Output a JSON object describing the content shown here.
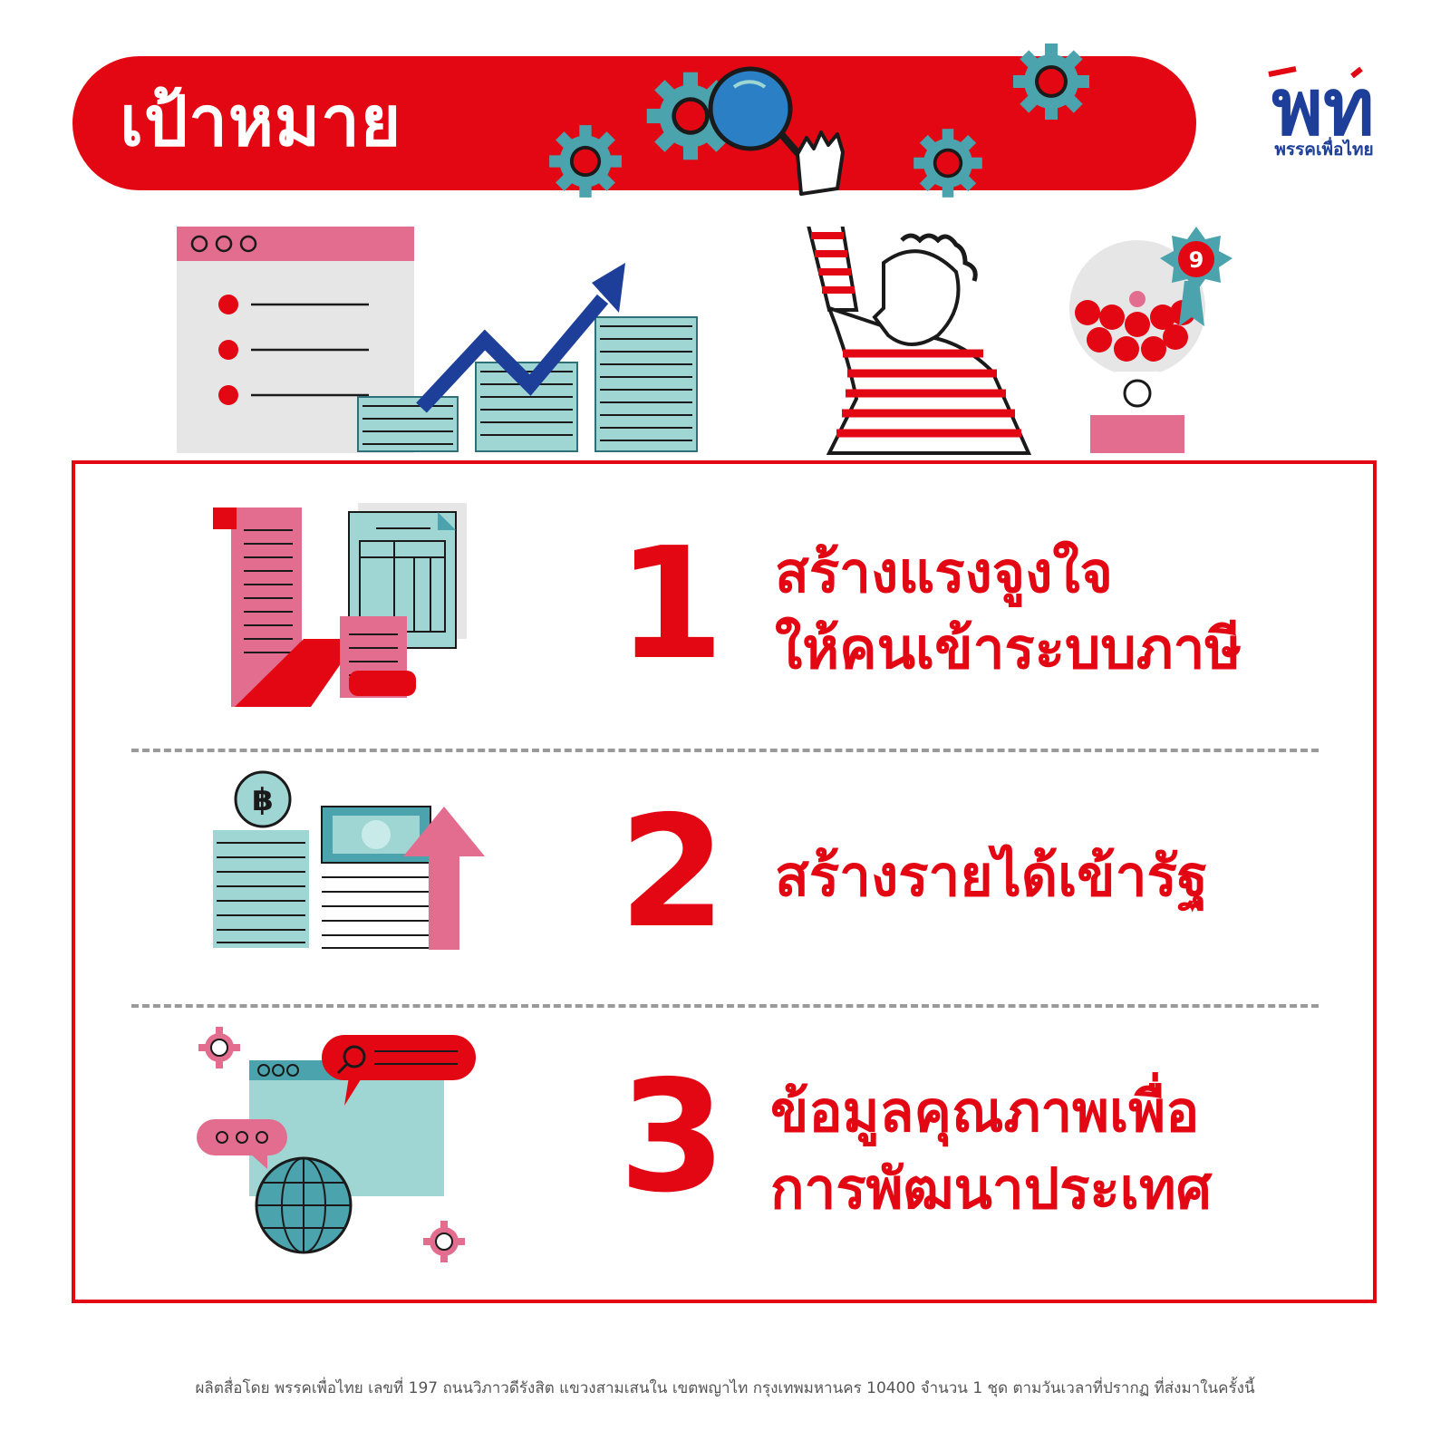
{
  "header": {
    "title": "เป้าหมาย"
  },
  "logo": {
    "mark": "พท",
    "name": "พรรคเพื่อไทย"
  },
  "illustration": {
    "badge_number": "9"
  },
  "goals": [
    {
      "number": "1",
      "lines": [
        "สร้างแรงจูงใจ",
        "ให้คนเข้าระบบภาษี"
      ],
      "icon": "tax-documents-icon"
    },
    {
      "number": "2",
      "lines": [
        "สร้างรายได้เข้ารัฐ"
      ],
      "icon": "revenue-growth-icon"
    },
    {
      "number": "3",
      "lines": [
        "ข้อมูลคุณภาพเพื่อ",
        "การพัฒนาประเทศ"
      ],
      "icon": "data-globe-icon"
    }
  ],
  "footer": {
    "text": "ผลิตสื่อโดย พรรคเพื่อไทย เลขที่ 197 ถนนวิภาวดีรังสิต แขวงสามเสนใน เขตพญาไท กรุงเทพมหานคร 10400 จำนวน 1 ชุด ตามวันเวลาที่ปรากฏ ที่ส่งมาในครั้งนี้"
  },
  "colors": {
    "brand_red": "#e30613",
    "teal": "#4aa3ad",
    "light_teal": "#9fd6d4",
    "pink": "#e26d8e",
    "navy": "#1d3f9a",
    "blue": "#2a7fc5"
  }
}
